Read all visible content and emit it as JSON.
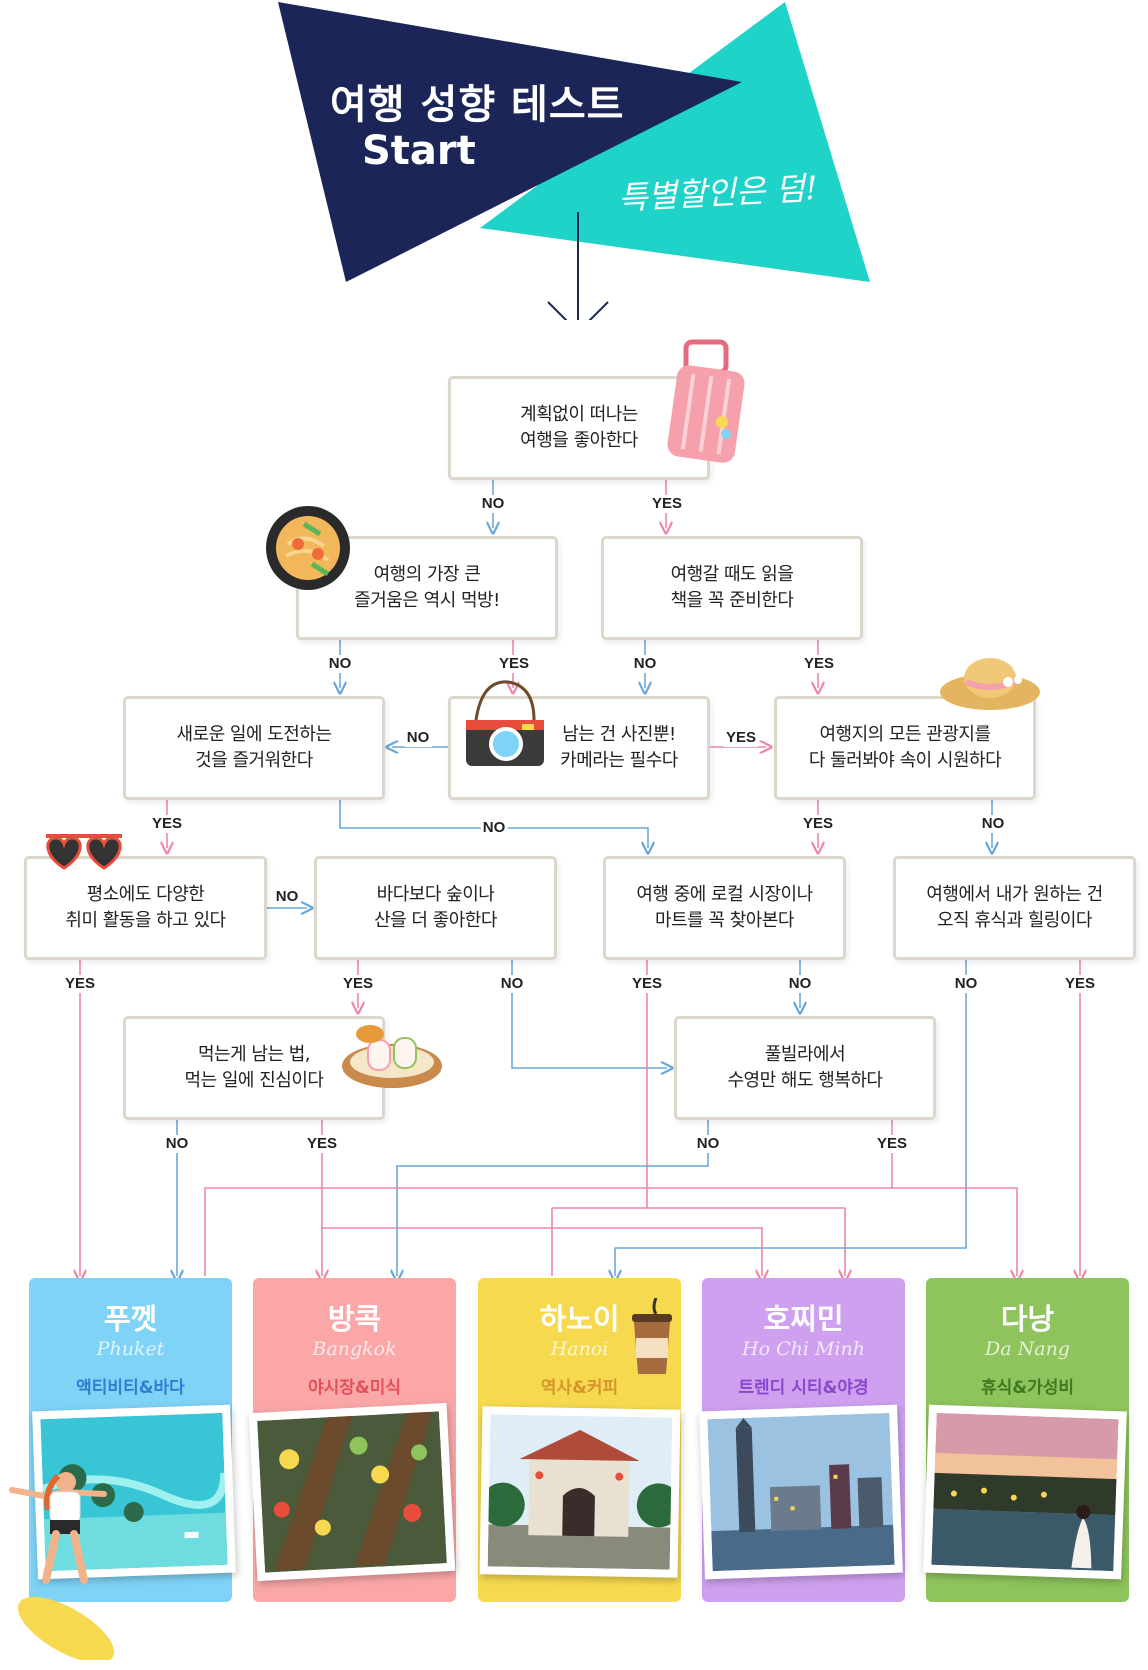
{
  "header": {
    "title": "여행 성향 테스트",
    "start": "Start",
    "subtitle": "특별할인은 덤!",
    "colors": {
      "navy": "#1b2557",
      "teal": "#1fd3c8"
    }
  },
  "questions": {
    "q1": "계획없이 떠나는\n여행을 좋아한다",
    "q2": "여행의 가장 큰\n즐거움은 역시 먹방!",
    "q3": "여행갈 때도 읽을\n책을 꼭 준비한다",
    "q4": "새로운 일에 도전하는\n것을 즐거워한다",
    "q5": "남는 건 사진뿐!\n카메라는 필수다",
    "q6": "여행지의 모든 관광지를\n다 둘러봐야 속이 시원하다",
    "q7": "평소에도 다양한\n취미 활동을 하고 있다",
    "q8": "바다보다 숲이나\n산을 더 좋아한다",
    "q9": "여행 중에 로컬 시장이나\n마트를 꼭 찾아본다",
    "q10": "여행에서 내가 원하는 건\n오직 휴식과 힐링이다",
    "q11": "먹는게 남는 법,\n먹는 일에 진심이다",
    "q12": "풀빌라에서\n수영만 해도 행복하다"
  },
  "answers": {
    "yes": "YES",
    "no": "NO"
  },
  "destinations": [
    {
      "kr": "푸껫",
      "en": "Phuket",
      "tag": "액티비티&바다",
      "color": "#7fd3f7",
      "tag_color": "#2f7fd0"
    },
    {
      "kr": "방콕",
      "en": "Bangkok",
      "tag": "야시장&미식",
      "color": "#fba7a8",
      "tag_color": "#e2505a"
    },
    {
      "kr": "하노이",
      "en": "Hanoi",
      "tag": "역사&커피",
      "color": "#f6d94e",
      "tag_color": "#d6952b"
    },
    {
      "kr": "호찌민",
      "en": "Ho Chi Minh",
      "tag": "트렌디 시티&야경",
      "color": "#cfa0f0",
      "tag_color": "#8a47cc"
    },
    {
      "kr": "다낭",
      "en": "Da Nang",
      "tag": "휴식&가성비",
      "color": "#8fc45c",
      "tag_color": "#3f7a22"
    }
  ],
  "line_colors": {
    "yes": "#ef86a8",
    "no": "#6aa7dc"
  },
  "icons": [
    "suitcase-icon",
    "pad-thai-icon",
    "camera-icon",
    "sun-hat-icon",
    "heart-sunglasses-icon",
    "spring-rolls-icon",
    "coffee-cup-icon",
    "surfer-icon"
  ]
}
